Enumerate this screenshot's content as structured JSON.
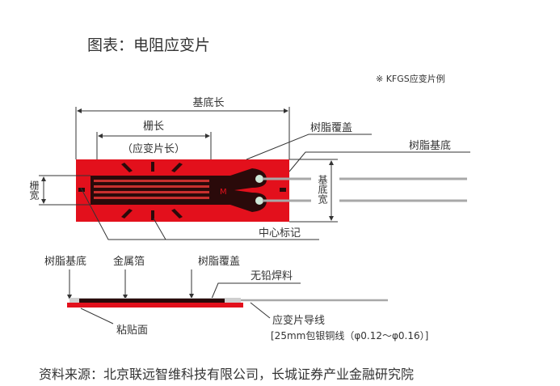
{
  "title": "图表：电阻应变片",
  "note": "※ KFGS应变片例",
  "top_view": {
    "base_length": "基底长",
    "grid_length": "栅长",
    "grid_length_sub": "（应变片长）",
    "grid_width": "栅宽",
    "base_width": "基底宽",
    "resin_cover": "树脂覆盖",
    "resin_base": "树脂基底",
    "center_mark": "中心标记",
    "grid_mark": "M"
  },
  "side_view": {
    "resin_base": "树脂基底",
    "metal_foil": "金属箔",
    "resin_cover": "树脂覆盖",
    "lead_free_solder": "无铅焊料",
    "bonding_surface": "粘贴面",
    "lead_wire": "应变片导线",
    "lead_wire_spec": "[25mm包银铜线（φ0.12～φ0.16）]"
  },
  "source": "资料来源：北京联远智维科技有限公司，长城证券产业金融研究院",
  "colors": {
    "substrate": "#e3101c",
    "foil": "#2a0a0a",
    "lead": "#a8a8a8"
  }
}
